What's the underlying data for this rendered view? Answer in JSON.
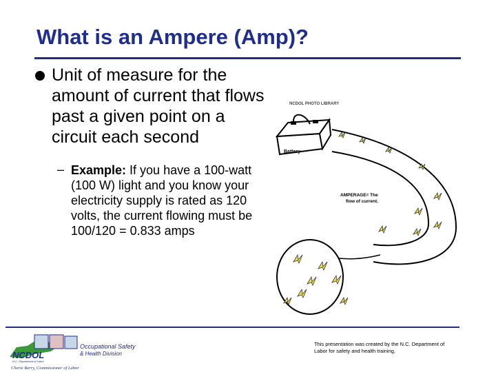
{
  "slide": {
    "title": "What is an Ampere (Amp)?",
    "bullet": "Unit of measure for the amount of current that flows past a given point on a circuit each second",
    "sub_bullet": {
      "dash": "–",
      "label": "Example:",
      "text": " If you have a 100-watt (100 W) light and you know your electricity supply is rated as 120 volts, the current flowing must be 100/120 = 0.833 amps"
    }
  },
  "illustration": {
    "library_label": "NCDOL PHOTO LIBRARY",
    "battery_label": "Battery",
    "amperage_label_line1": "AMPERAGE= The",
    "amperage_label_line2": "flow of current."
  },
  "footer": {
    "logo_ncdol": "NCDOL",
    "logo_dept": "N.C. Department of Labor",
    "logo_div_line1": "Occupational Safety",
    "logo_div_line2": "& Health Division",
    "commissioner": "Cherie Berry, Commissioner of Labor",
    "note": "This presentation was created by the N.C. Department of Labor for safety and health training."
  },
  "colors": {
    "title": "#1f2d8c",
    "rule": "#1f2d8c",
    "spark": "#f5e04a",
    "logo_green": "#3a9a3a"
  }
}
